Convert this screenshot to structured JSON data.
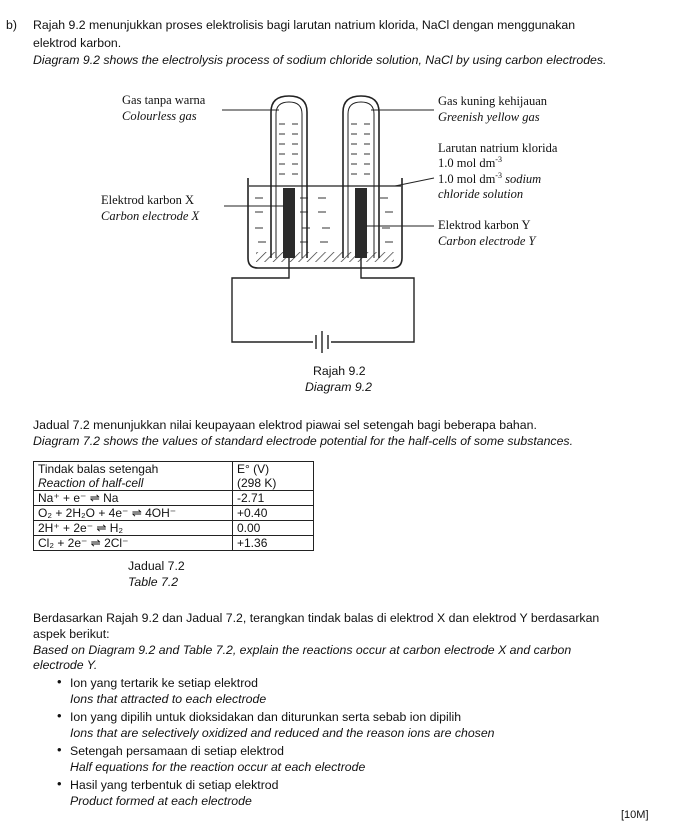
{
  "question": {
    "label": "b)",
    "intro_ms_1": "Rajah 9.2 menunjukkan proses elektrolisis bagi larutan natrium klorida, NaCl dengan menggunakan",
    "intro_ms_2": "elektrod karbon.",
    "intro_en": "Diagram 9.2 shows the electrolysis process of sodium chloride solution, NaCl by using carbon electrodes."
  },
  "diagram": {
    "gas_ms": "Gas tanpa warna",
    "gas_en": "Colourless gas",
    "gas2_ms": "Gas kuning kehijauan",
    "gas2_en": "Greenish yellow gas",
    "solution_ms": "Larutan natrium klorida",
    "solution_conc_1": "1.0 mol dm",
    "solution_exp": "-3",
    "solution_conc_2": "1.0 mol dm",
    "solution_en_tail": "sodium",
    "solution_en_2": "chloride solution",
    "electrode_x_ms": "Elektrod karbon X",
    "electrode_x_en": "Carbon electrode X",
    "electrode_y_ms": "Elektrod karbon Y",
    "electrode_y_en": "Carbon electrode Y",
    "caption_ms": "Rajah 9.2",
    "caption_en": "Diagram 9.2"
  },
  "table_intro": {
    "ms": "Jadual 7.2 menunjukkan nilai keupayaan elektrod piawai sel setengah bagi beberapa bahan.",
    "en": "Diagram 7.2 shows the values of standard electrode potential for the half-cells of some substances."
  },
  "table": {
    "header_1_ms": "Tindak balas setengah",
    "header_1_en": "Reaction of half-cell",
    "header_2_a": "E° (V)",
    "header_2_b": "(298 K)",
    "rows": [
      {
        "reaction": "Na⁺ + e⁻ ⇌ Na",
        "value": "-2.71"
      },
      {
        "reaction": "O₂ + 2H₂O + 4e⁻ ⇌ 4OH⁻",
        "value": "+0.40"
      },
      {
        "reaction": "2H⁺ + 2e⁻ ⇌ H₂",
        "value": "0.00"
      },
      {
        "reaction": "Cl₂ + 2e⁻ ⇌ 2Cl⁻",
        "value": "+1.36"
      }
    ],
    "caption_ms": "Jadual 7.2",
    "caption_en": "Table 7.2"
  },
  "task": {
    "ms_1": "Berdasarkan Rajah 9.2 dan Jadual 7.2, terangkan tindak balas di elektrod X dan elektrod Y berdasarkan",
    "ms_2": "aspek berikut:",
    "en_1": "Based on Diagram 9.2 and Table 7.2, explain the reactions occur at carbon electrode X and carbon",
    "en_2": "electrode Y."
  },
  "bullets": [
    {
      "ms": "Ion yang tertarik ke setiap elektrod",
      "en": "Ions that attracted to each electrode"
    },
    {
      "ms": "Ion yang dipilih untuk dioksidakan dan diturunkan serta sebab ion dipilih",
      "en": "Ions that are selectively oxidized and reduced and the reason ions are chosen"
    },
    {
      "ms": "Setengah persamaan di setiap elektrod",
      "en": "Half equations for the reaction occur at each electrode"
    },
    {
      "ms": "Hasil yang terbentuk di setiap elektrod",
      "en": "Product formed at each electrode"
    }
  ],
  "marks": "[10M]"
}
